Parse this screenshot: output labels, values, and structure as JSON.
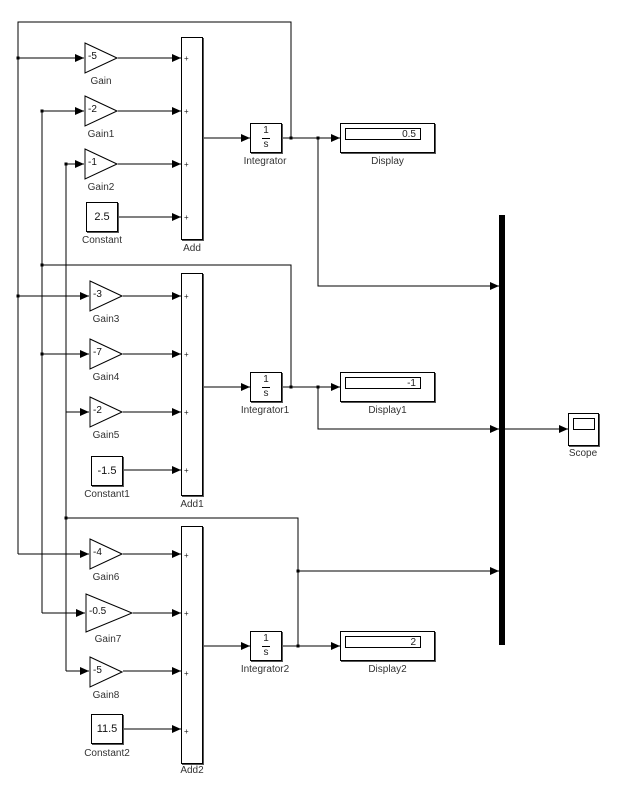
{
  "gains": [
    {
      "label": "Gain",
      "value": "-5"
    },
    {
      "label": "Gain1",
      "value": "-2"
    },
    {
      "label": "Gain2",
      "value": "-1"
    },
    {
      "label": "Gain3",
      "value": "-3"
    },
    {
      "label": "Gain4",
      "value": "-7"
    },
    {
      "label": "Gain5",
      "value": "-2"
    },
    {
      "label": "Gain6",
      "value": "-4"
    },
    {
      "label": "Gain7",
      "value": "-0.5"
    },
    {
      "label": "Gain8",
      "value": "-5"
    }
  ],
  "constants": [
    {
      "label": "Constant",
      "value": "2.5"
    },
    {
      "label": "Constant1",
      "value": "-1.5"
    },
    {
      "label": "Constant2",
      "value": "11.5"
    }
  ],
  "adders": [
    {
      "label": "Add",
      "sign": "+"
    },
    {
      "label": "Add1",
      "sign": "+"
    },
    {
      "label": "Add2",
      "sign": "+"
    }
  ],
  "integrators": [
    {
      "label": "Integrator",
      "num": "1",
      "den": "s"
    },
    {
      "label": "Integrator1",
      "num": "1",
      "den": "s"
    },
    {
      "label": "Integrator2",
      "num": "1",
      "den": "s"
    }
  ],
  "displays": [
    {
      "label": "Display",
      "value": "0.5"
    },
    {
      "label": "Display1",
      "value": "-1"
    },
    {
      "label": "Display2",
      "value": "2"
    }
  ],
  "scope": {
    "label": "Scope"
  }
}
